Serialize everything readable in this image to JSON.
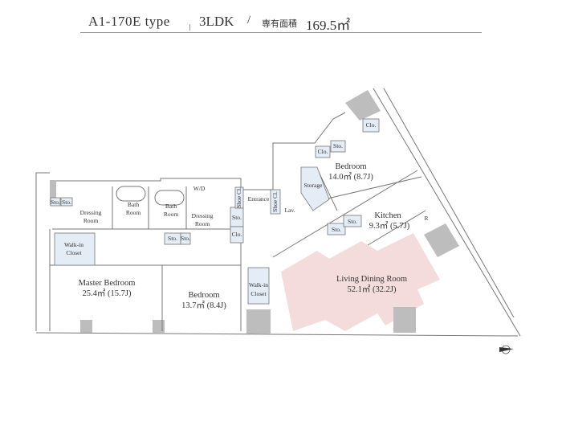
{
  "header": {
    "type": "A1-170E type",
    "layout": "3LDK",
    "slash": "/",
    "area_label": "専有面積",
    "area_value": "169.5㎡"
  },
  "rooms": {
    "master_bedroom": {
      "name": "Master Bedroom",
      "area": "25.4㎡ (15.7J)"
    },
    "bedroom2": {
      "name": "Bedroom",
      "area": "13.7㎡ (8.4J)"
    },
    "bedroom3": {
      "name": "Bedroom",
      "area": "14.0㎡ (8.7J)"
    },
    "living": {
      "name": "Living Dining Room",
      "area": "52.1㎡ (32.2J)"
    },
    "kitchen": {
      "name": "Kitchen",
      "area": "9.3㎡ (5.7J)"
    },
    "walkin1": {
      "line1": "Walk-in",
      "line2": "Closet"
    },
    "walkin2": {
      "line1": "Walk-in",
      "line2": "Closet"
    },
    "dressing1": {
      "line1": "Dressing",
      "line2": "Room"
    },
    "dressing2": {
      "line1": "Dressing",
      "line2": "Room"
    },
    "bath1": {
      "line1": "Bath",
      "line2": "Room"
    },
    "bath2": {
      "line1": "Bath",
      "line2": "Room"
    },
    "wd": "W/D",
    "entrance": "Entrance",
    "shoe1": "Shoe Cl.",
    "shoe2": "Shoe Cl.",
    "storage": "Storage",
    "lav": "Lav.",
    "refrigerator": "R"
  },
  "small_labels": {
    "sto_a": "Sto.",
    "sto_b": "Sto.",
    "sto_c": "Sto.",
    "sto_d": "Sto.",
    "sto_e": "Sto.",
    "sto_f": "Sto.",
    "sto_g": "Sto.",
    "sto_h": "Sto.",
    "clo_a": "Clo.",
    "clo_b": "Clo.",
    "clo_c": "Clo."
  },
  "colors": {
    "wall": "#bdbdbd",
    "closet": "#e4ecf6",
    "living_highlight": "#f5dcdc"
  }
}
